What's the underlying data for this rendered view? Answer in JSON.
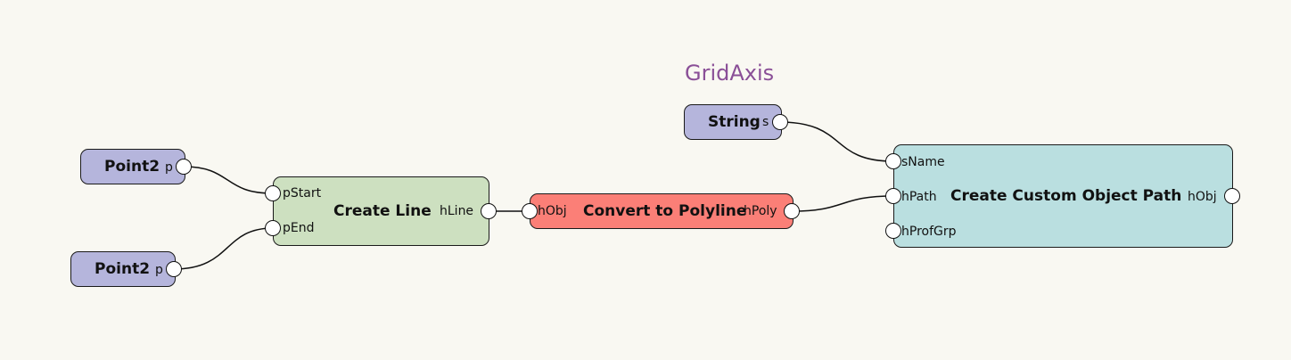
{
  "group_label": "GridAxis",
  "colors": {
    "background": "#f9f8f2",
    "input_node": "#b5b5dc",
    "create_line": "#cde0c0",
    "convert_polyline": "#fb7f77",
    "custom_object": "#badfe0",
    "group_label": "#8a4f97"
  },
  "nodes": {
    "point_a": {
      "title": "Point2",
      "outputs": [
        "p"
      ]
    },
    "point_b": {
      "title": "Point2",
      "outputs": [
        "p"
      ]
    },
    "string": {
      "title": "String",
      "outputs": [
        "s"
      ]
    },
    "create_line": {
      "title": "Create Line",
      "inputs": [
        "pStart",
        "pEnd"
      ],
      "outputs": [
        "hLine"
      ]
    },
    "convert_polyline": {
      "title": "Convert to Polyline",
      "inputs": [
        "hObj"
      ],
      "outputs": [
        "hPoly"
      ]
    },
    "custom_object": {
      "title": "Create Custom Object Path",
      "inputs": [
        "sName",
        "hPath",
        "hProfGrp"
      ],
      "outputs": [
        "hObj"
      ]
    }
  },
  "connections": [
    {
      "from": "point_a.p",
      "to": "create_line.pStart"
    },
    {
      "from": "point_b.p",
      "to": "create_line.pEnd"
    },
    {
      "from": "create_line.hLine",
      "to": "convert_polyline.hObj"
    },
    {
      "from": "string.s",
      "to": "custom_object.sName"
    },
    {
      "from": "convert_polyline.hPoly",
      "to": "custom_object.hPath"
    }
  ]
}
